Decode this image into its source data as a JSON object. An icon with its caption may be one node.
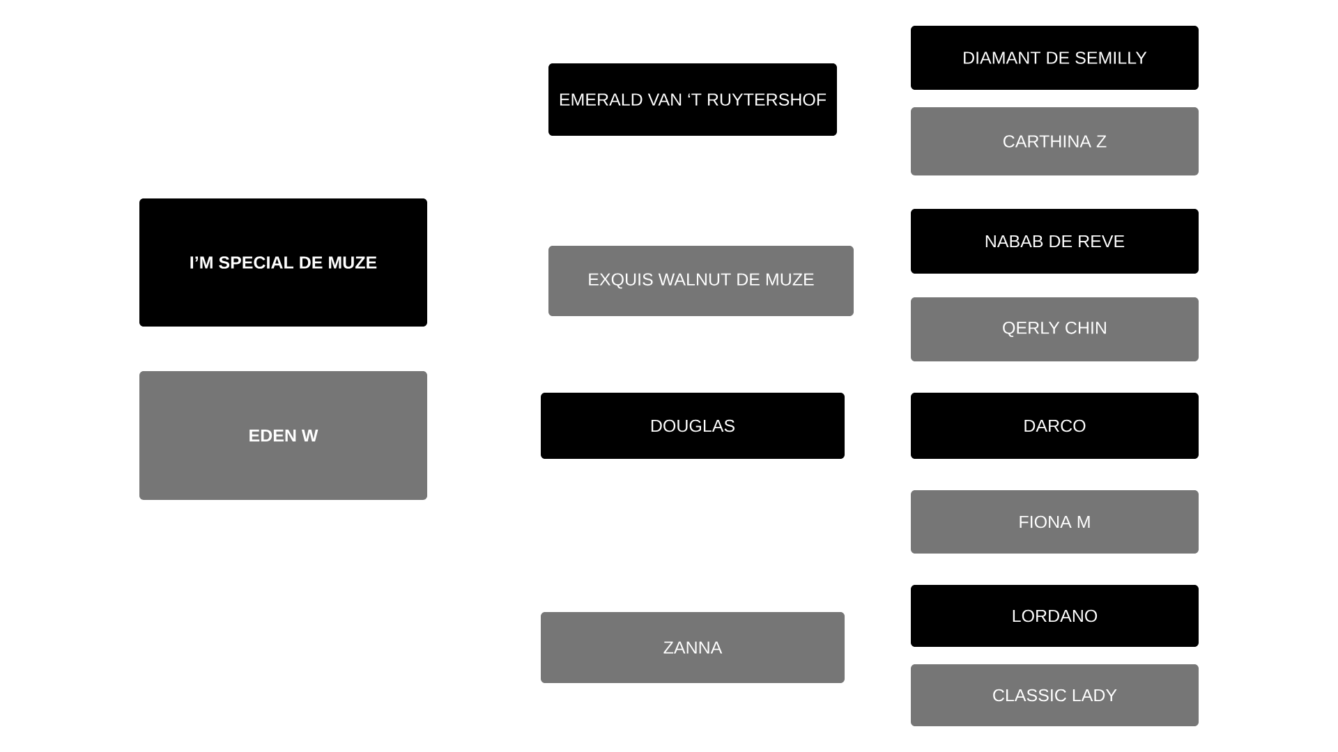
{
  "diagram": {
    "nodes": [
      {
        "text": [
          "I’M SPECIAL DE MUZE"
        ]
      },
      {
        "text": [
          "EDEN W"
        ]
      },
      {
        "text": [
          "EMERALD VAN ‘T RUYTERSHOF"
        ]
      },
      {
        "text": [
          "EXQUIS WALNUT DE MUZE"
        ]
      },
      {
        "text": [
          "DOUGLAS"
        ]
      },
      {
        "text": [
          "ZANNA"
        ]
      },
      {
        "text": [
          "DIAMANT DE SEMILLY"
        ]
      },
      {
        "text": [
          "CARTHINA Z"
        ]
      },
      {
        "text": [
          "NABAB DE REVE"
        ]
      },
      {
        "text": [
          "QERLY CHIN"
        ]
      },
      {
        "text": [
          "DARCO"
        ]
      },
      {
        "text": [
          "FIONA M"
        ]
      },
      {
        "text": [
          "LORDANO"
        ]
      },
      {
        "text": [
          "CLASSIC LADY"
        ]
      }
    ]
  }
}
